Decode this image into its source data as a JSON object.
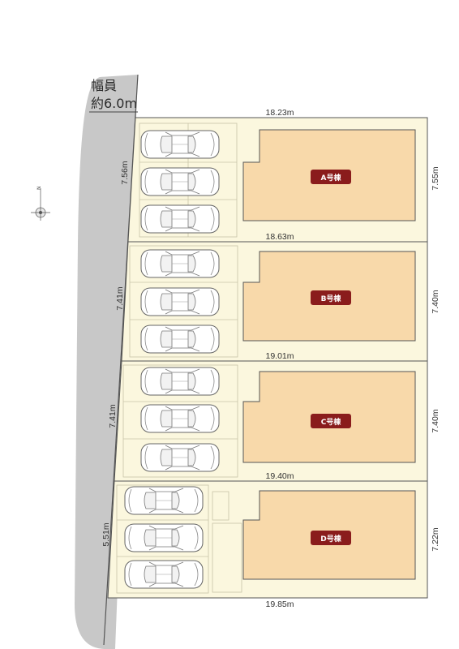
{
  "road": {
    "label_line1": "幅員",
    "label_line2": "約6.0m"
  },
  "compass": {
    "north_label": "N"
  },
  "colors": {
    "road": "#c8c8c8",
    "lot_fill": "#fbf7de",
    "house_fill": "#f8d9aa",
    "label_bg": "#8a1c1c",
    "outline": "#555555"
  },
  "lots": [
    {
      "id": "A",
      "label": "A号棟",
      "top_width": "18.23m",
      "left_depth": "7.56m",
      "right_depth": "7.55m",
      "bottom_width": "18.63m"
    },
    {
      "id": "B",
      "label": "B号棟",
      "left_depth": "7.41m",
      "right_depth": "7.40m",
      "bottom_width": "19.01m"
    },
    {
      "id": "C",
      "label": "C号棟",
      "left_depth": "7.41m",
      "right_depth": "7.40m",
      "bottom_width": "19.40m"
    },
    {
      "id": "D",
      "label": "D号棟",
      "left_depth": "5.51m",
      "right_depth": "7.22m",
      "bottom_width": "19.85m"
    }
  ]
}
